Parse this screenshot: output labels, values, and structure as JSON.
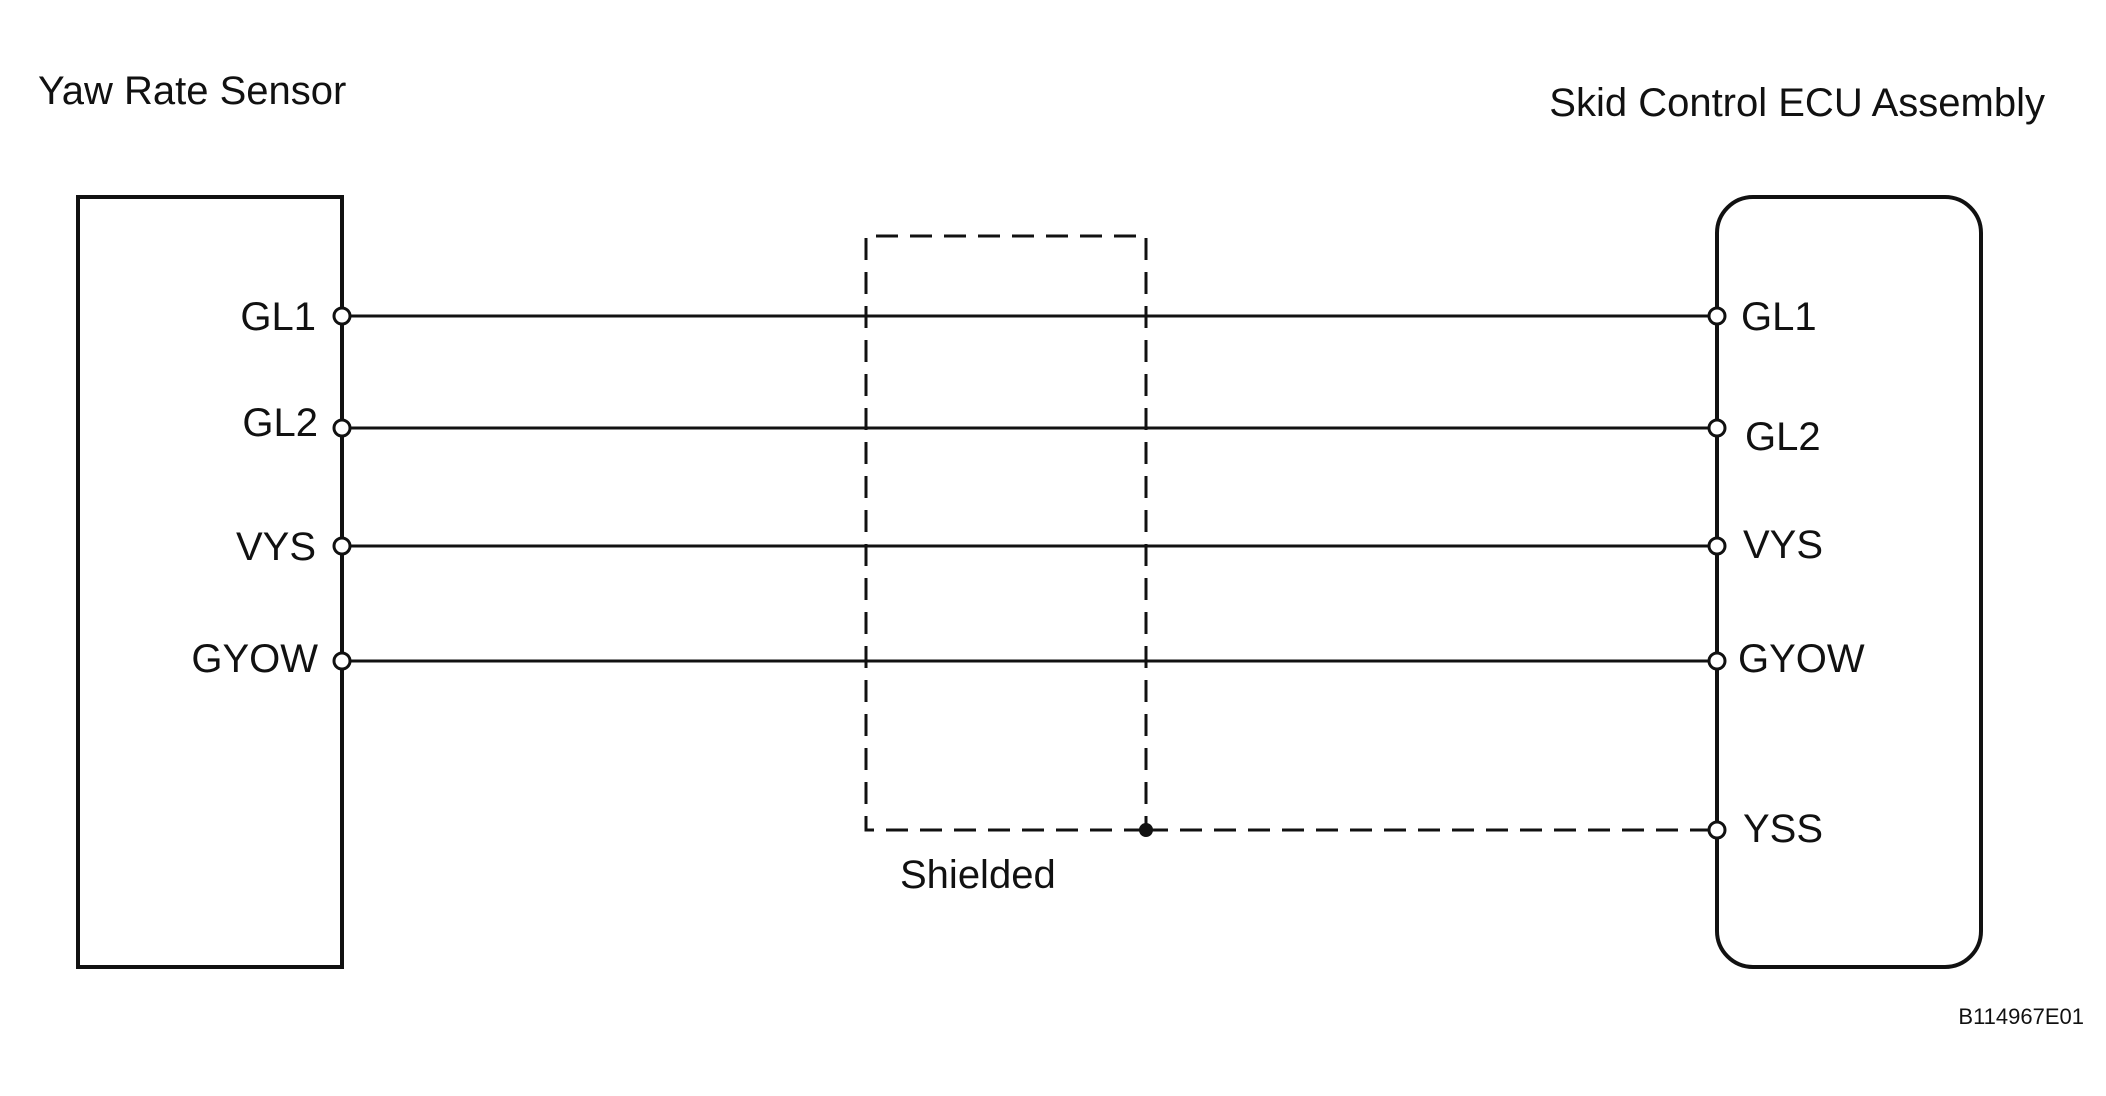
{
  "left_component": {
    "title": "Yaw Rate Sensor"
  },
  "right_component": {
    "title": "Skid Control ECU Assembly"
  },
  "left_pins": [
    "GL1",
    "GL2",
    "VYS",
    "GYOW"
  ],
  "right_pins": [
    "GL1",
    "GL2",
    "VYS",
    "GYOW",
    "YSS"
  ],
  "shield_label": "Shielded",
  "figure_code": "B114967E01",
  "colors": {
    "line": "#111111",
    "background": "#ffffff"
  }
}
